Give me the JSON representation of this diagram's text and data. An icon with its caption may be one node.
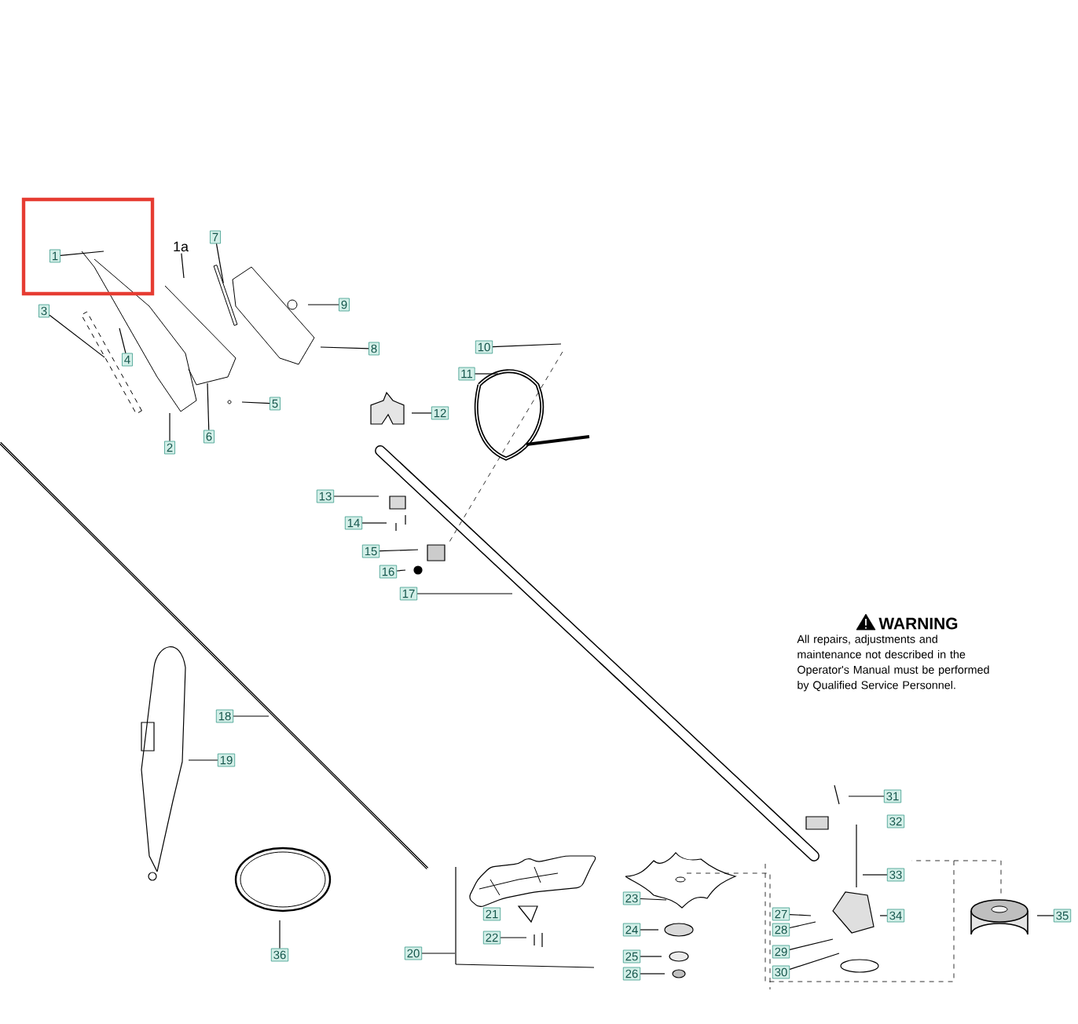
{
  "diagram": {
    "nodes": [
      {
        "text": [
          "1"
        ]
      },
      {
        "text": [
          "1a"
        ]
      },
      {
        "text": [
          "7"
        ]
      },
      {
        "text": [
          "3"
        ]
      },
      {
        "text": [
          "9"
        ]
      },
      {
        "text": [
          "4"
        ]
      },
      {
        "text": [
          "8"
        ]
      },
      {
        "text": [
          "2"
        ]
      },
      {
        "text": [
          "6"
        ]
      },
      {
        "text": [
          "5"
        ]
      },
      {
        "text": [
          "10"
        ]
      },
      {
        "text": [
          "11"
        ]
      },
      {
        "text": [
          "12"
        ]
      },
      {
        "text": [
          "13"
        ]
      },
      {
        "text": [
          "14"
        ]
      },
      {
        "text": [
          "15"
        ]
      },
      {
        "text": [
          "16"
        ]
      },
      {
        "text": [
          "17"
        ]
      },
      {
        "text": [
          "18"
        ]
      },
      {
        "text": [
          "19"
        ]
      },
      {
        "text": [
          "36"
        ]
      },
      {
        "text": [
          "20"
        ]
      },
      {
        "text": [
          "21"
        ]
      },
      {
        "text": [
          "22"
        ]
      },
      {
        "text": [
          "23"
        ]
      },
      {
        "text": [
          "24"
        ]
      },
      {
        "text": [
          "25"
        ]
      },
      {
        "text": [
          "26"
        ]
      },
      {
        "text": [
          "27"
        ]
      },
      {
        "text": [
          "28"
        ]
      },
      {
        "text": [
          "29"
        ]
      },
      {
        "text": [
          "30"
        ]
      },
      {
        "text": [
          "31"
        ]
      },
      {
        "text": [
          "32"
        ]
      },
      {
        "text": [
          "33"
        ]
      },
      {
        "text": [
          "34"
        ]
      },
      {
        "text": [
          "35"
        ]
      },
      {
        "text": [],
        "shape": "bracket"
      },
      {
        "text": [],
        "shape": "picture"
      },
      {
        "text": [],
        "shape": "picture"
      }
    ],
    "edges": [
      {
        "from": 0,
        "to": null,
        "arrow": "none"
      },
      {
        "from": 1,
        "to": null,
        "arrow": "none"
      },
      {
        "from": 2,
        "to": 38,
        "arrow": "none"
      },
      {
        "from": 3,
        "to": 39,
        "arrow": "none"
      },
      {
        "from": 4,
        "to": null,
        "arrow": "none"
      },
      {
        "from": 5,
        "to": null,
        "arrow": "none"
      },
      {
        "from": 6,
        "to": null,
        "arrow": "none"
      },
      {
        "from": 7,
        "to": null,
        "arrow": "none"
      },
      {
        "from": 8,
        "to": null,
        "arrow": "none"
      },
      {
        "from": 9,
        "to": null,
        "arrow": "none"
      },
      {
        "from": 10,
        "to": null,
        "arrow": "none"
      },
      {
        "from": 11,
        "to": null,
        "arrow": "none"
      },
      {
        "from": 12,
        "to": null,
        "arrow": "none"
      },
      {
        "from": 13,
        "to": null,
        "arrow": "none"
      },
      {
        "from": 14,
        "to": null,
        "arrow": "none"
      },
      {
        "from": 15,
        "to": null,
        "arrow": "none"
      },
      {
        "from": 16,
        "to": null,
        "arrow": "none"
      },
      {
        "from": 17,
        "to": null,
        "arrow": "none"
      },
      {
        "from": 18,
        "to": null,
        "arrow": "none"
      },
      {
        "from": 19,
        "to": null,
        "arrow": "none"
      },
      {
        "from": 20,
        "to": null,
        "arrow": "none"
      },
      {
        "from": 21,
        "to": 37,
        "arrow": "none"
      },
      {
        "from": 23,
        "to": null,
        "arrow": "none"
      },
      {
        "from": 24,
        "to": null,
        "arrow": "none"
      },
      {
        "from": 25,
        "to": null,
        "arrow": "none"
      },
      {
        "from": 26,
        "to": null,
        "arrow": "none"
      },
      {
        "from": 27,
        "to": null,
        "arrow": "none"
      },
      {
        "from": 28,
        "to": null,
        "arrow": "none"
      },
      {
        "from": 29,
        "to": null,
        "arrow": "none"
      },
      {
        "from": 30,
        "to": null,
        "arrow": "none"
      },
      {
        "from": 31,
        "to": null,
        "arrow": "none"
      },
      {
        "from": 32,
        "to": null,
        "arrow": "none"
      },
      {
        "from": 34,
        "to": null,
        "arrow": "none"
      },
      {
        "from": 35,
        "to": null,
        "arrow": "none"
      },
      {
        "from": 36,
        "to": null,
        "arrow": "none"
      }
    ],
    "labels": [
      "WARNING",
      "All repairs, adjustments and maintenance not described in the Operator's Manual must be performed by Qualified Service Personnel."
    ]
  }
}
